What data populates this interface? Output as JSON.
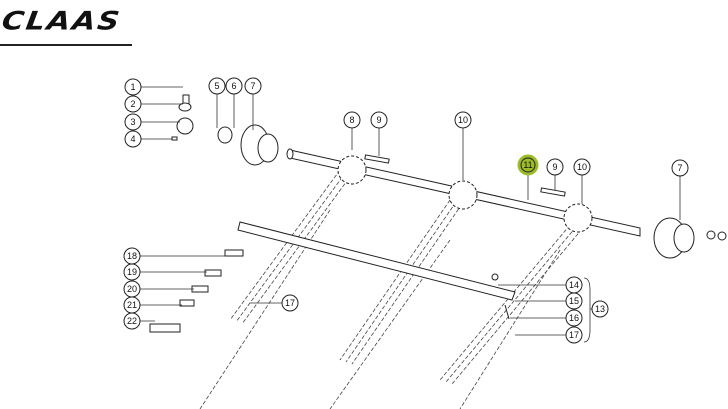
{
  "brand": {
    "logo": "CLAAS"
  },
  "diagram": {
    "highlight_color": "#9bbb2a",
    "callouts": [
      {
        "label": "1"
      },
      {
        "label": "2"
      },
      {
        "label": "3"
      },
      {
        "label": "4"
      },
      {
        "label": "5"
      },
      {
        "label": "6"
      },
      {
        "label": "7"
      },
      {
        "label": "8"
      },
      {
        "label": "9"
      },
      {
        "label": "10"
      },
      {
        "label": "11",
        "highlighted": true
      },
      {
        "label": "9"
      },
      {
        "label": "10"
      },
      {
        "label": "7"
      },
      {
        "label": "18"
      },
      {
        "label": "19"
      },
      {
        "label": "20"
      },
      {
        "label": "21"
      },
      {
        "label": "22"
      },
      {
        "label": "17"
      },
      {
        "label": "14"
      },
      {
        "label": "15"
      },
      {
        "label": "16"
      },
      {
        "label": "13"
      },
      {
        "label": "17"
      }
    ]
  }
}
